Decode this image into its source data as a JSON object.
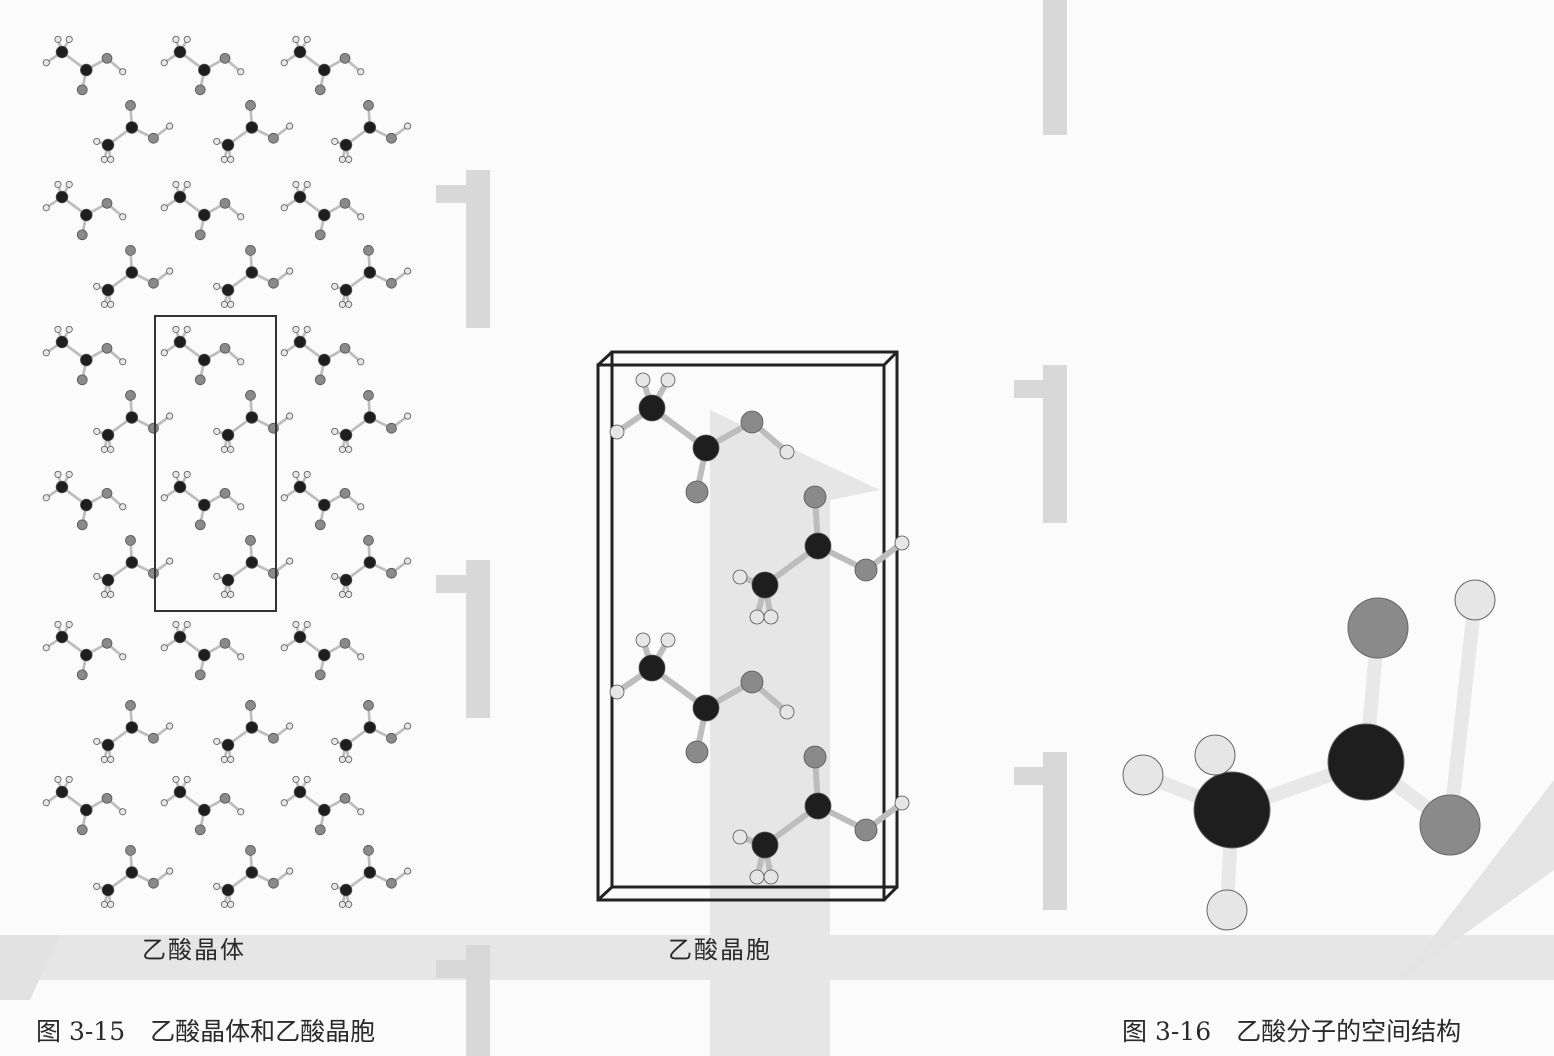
{
  "figure_3_15": {
    "crystal_label": "乙酸晶体",
    "unit_cell_label": "乙酸晶胞",
    "caption": "图 3-15　乙酸晶体和乙酸晶胞"
  },
  "figure_3_16": {
    "caption": "图 3-16　乙酸分子的空间结构"
  },
  "colors": {
    "carbon": "#1e1e1e",
    "oxygen": "#8a8a8a",
    "hydrogen": "#e6e6e6",
    "bond": "#bdbdbd",
    "watermark": "#e4e4e4"
  }
}
